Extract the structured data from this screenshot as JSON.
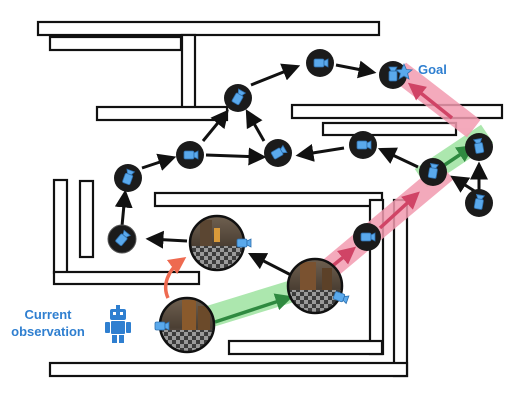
{
  "labels": {
    "goal": "Goal",
    "current_observation": [
      "Current",
      "observation"
    ]
  },
  "colors": {
    "label_blue": "#2f7fd0",
    "camera_blue": "#5aa9ec",
    "wall": "#111111",
    "node_fill": "#1b1b1b",
    "arrow": "#111111",
    "green_path": "#9ee3a0",
    "green_arrow": "#2f8a40",
    "pink_path": "#f29bb0",
    "pink_arrow": "#d04466",
    "explore_arrow": "#ee6a50",
    "robot": "#2f7fd0"
  },
  "icons": {
    "goal_marker": "star-icon",
    "node_marker": "camera-icon",
    "agent": "robot-icon"
  }
}
